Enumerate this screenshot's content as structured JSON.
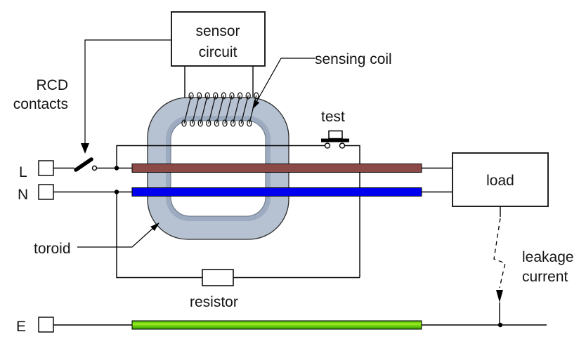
{
  "labels": {
    "sensor_circuit_line1": "sensor",
    "sensor_circuit_line2": "circuit",
    "sensing_coil": "sensing coil",
    "rcd_contacts_line1": "RCD",
    "rcd_contacts_line2": "contacts",
    "test_button": "test",
    "load": "load",
    "toroid": "toroid",
    "resistor": "resistor",
    "leakage_current_line1": "leakage",
    "leakage_current_line2": "current",
    "terminal_live": "L",
    "terminal_neutral": "N",
    "terminal_earth": "E"
  },
  "colors": {
    "live_conductor": "#8b4a46",
    "neutral_conductor": "#0000ee",
    "earth_conductor_dark": "#2e9b00",
    "earth_conductor_bright": "#9ef01e",
    "toroid_body": "#b6c1d1",
    "toroid_inner_shade": "#9dabc0",
    "wire": "#000000",
    "background": "#ffffff"
  }
}
